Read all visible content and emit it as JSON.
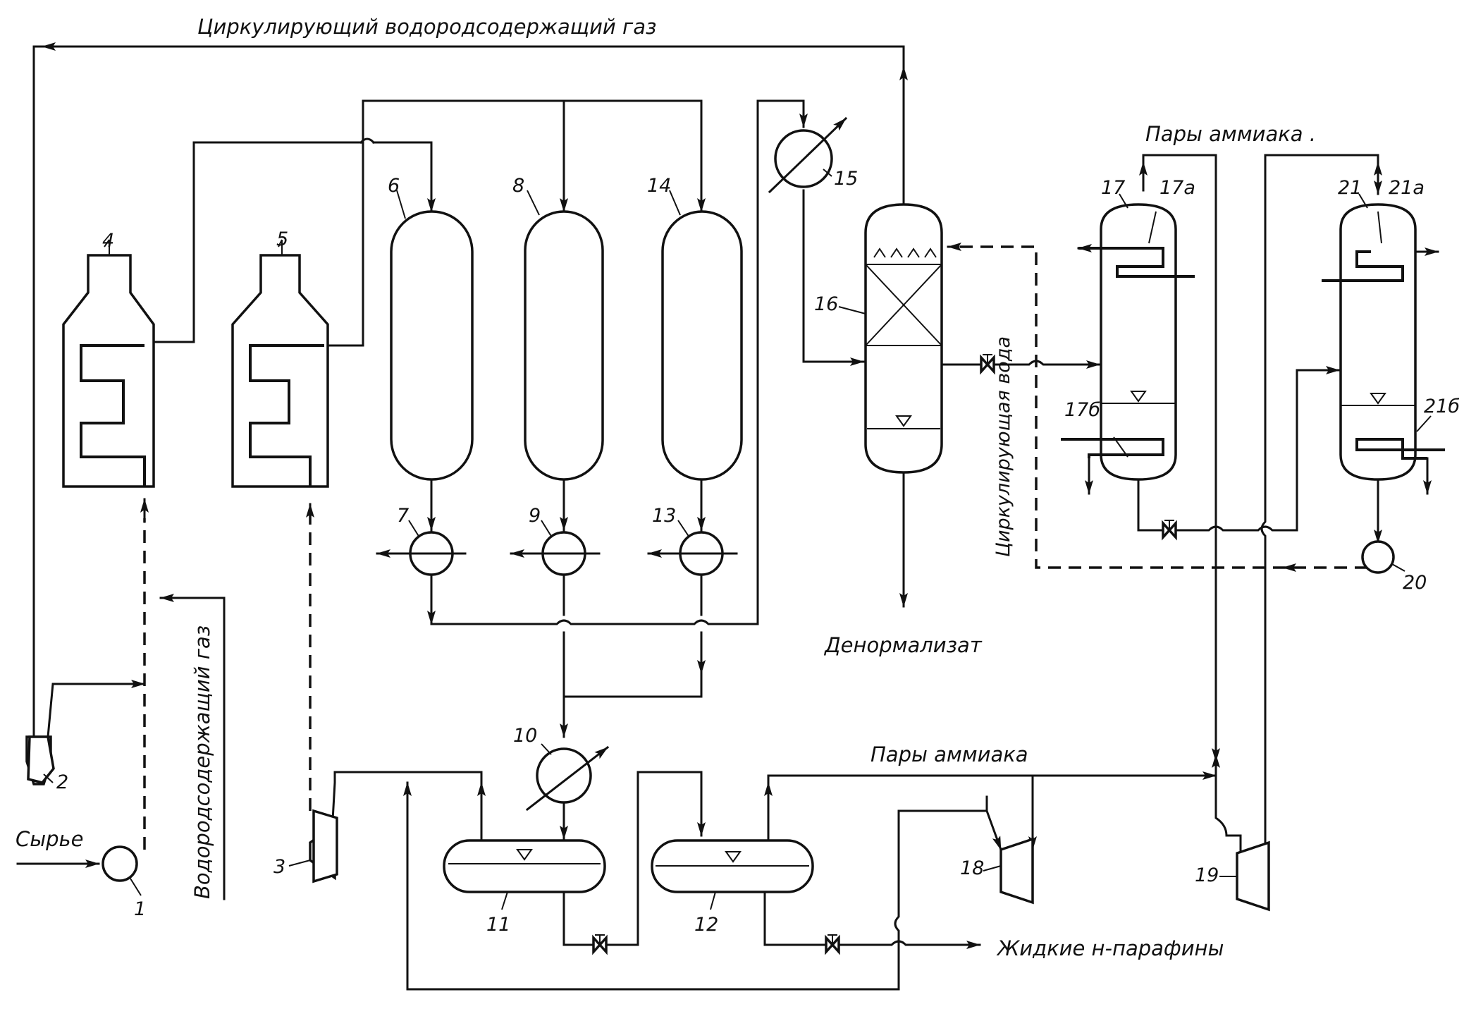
{
  "labels": {
    "recycle_gas": "Циркулирующий водородсодержащий газ",
    "ammonia_vapors_top": "Пары аммиака .",
    "ammonia_vapors_bottom": "Пары аммиака",
    "feed": "Сырье",
    "hydrogen_gas": "Водородсодержащий газ",
    "denormalizate": "Денормализат",
    "circulating_water": "Циркулирующая вода",
    "liquid_paraffins": "Жидкие н-парафины"
  },
  "equipment_numbers": {
    "n1": "1",
    "n2": "2",
    "n3": "3",
    "n4": "4",
    "n5": "5",
    "n6": "6",
    "n7": "7",
    "n8": "8",
    "n9": "9",
    "n10": "10",
    "n11": "11",
    "n12": "12",
    "n13": "13",
    "n14": "14",
    "n15": "15",
    "n16": "16",
    "n17": "17",
    "n17a": "17а",
    "n17b": "17б",
    "n18": "18",
    "n19": "19",
    "n20": "20",
    "n21": "21",
    "n21a": "21а",
    "n21b": "21б"
  }
}
